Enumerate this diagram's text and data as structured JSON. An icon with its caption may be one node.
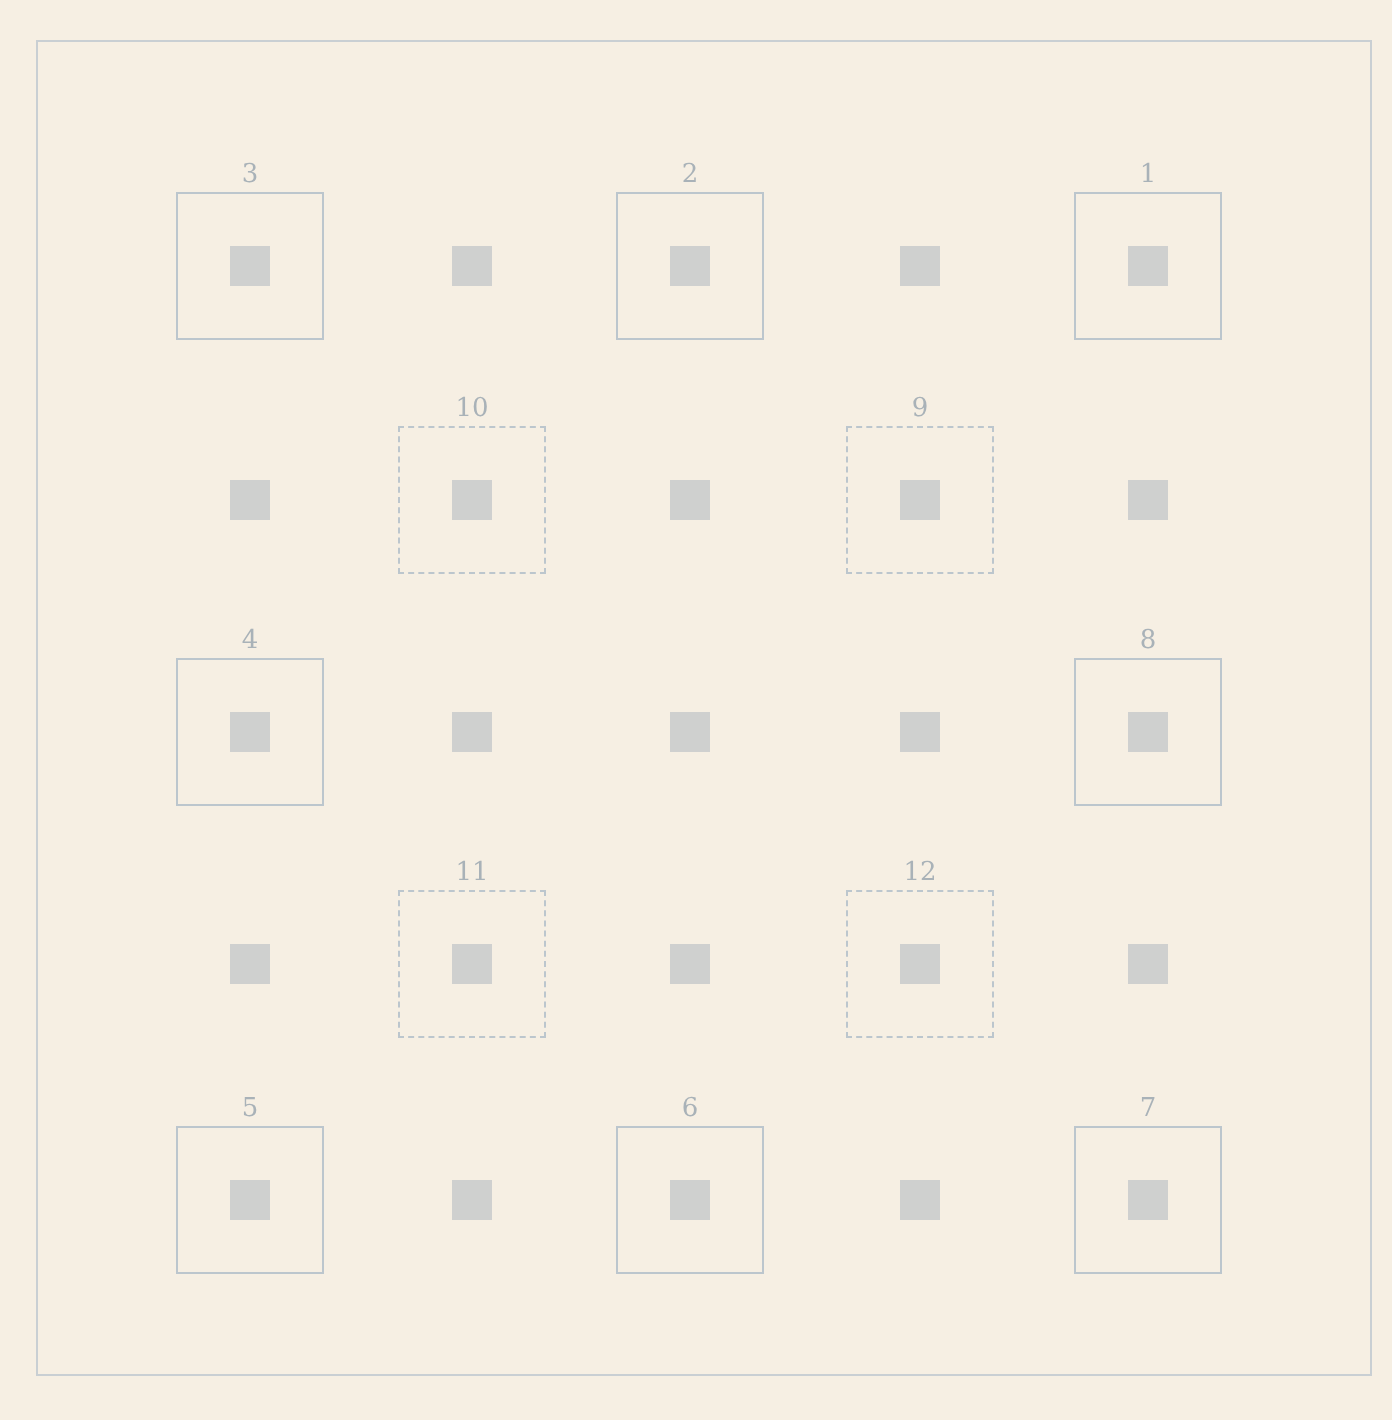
{
  "diagram": {
    "nodes": [
      {
        "text": [
          "3"
        ]
      },
      {
        "text": [],
        "shape": "box",
        "in": 0
      },
      {
        "text": [],
        "shape": "box"
      },
      {
        "text": [
          "2"
        ]
      },
      {
        "text": [],
        "shape": "box",
        "in": 3
      },
      {
        "text": [],
        "shape": "box"
      },
      {
        "text": [
          "1"
        ]
      },
      {
        "text": [],
        "shape": "box",
        "in": 6
      },
      {
        "text": [],
        "shape": "box"
      },
      {
        "text": [
          "10"
        ]
      },
      {
        "text": [],
        "shape": "box",
        "in": 9
      },
      {
        "text": [],
        "shape": "box"
      },
      {
        "text": [
          "9"
        ]
      },
      {
        "text": [],
        "shape": "box",
        "in": 12
      },
      {
        "text": [],
        "shape": "box"
      },
      {
        "text": [
          "4"
        ]
      },
      {
        "text": [],
        "shape": "box",
        "in": 15
      },
      {
        "text": [],
        "shape": "box"
      },
      {
        "text": [],
        "shape": "box"
      },
      {
        "text": [],
        "shape": "box"
      },
      {
        "text": [
          "8"
        ]
      },
      {
        "text": [],
        "shape": "box",
        "in": 20
      },
      {
        "text": [],
        "shape": "box"
      },
      {
        "text": [
          "11"
        ]
      },
      {
        "text": [],
        "shape": "box",
        "in": 23
      },
      {
        "text": [],
        "shape": "box"
      },
      {
        "text": [
          "12"
        ]
      },
      {
        "text": [],
        "shape": "box",
        "in": 26
      },
      {
        "text": [],
        "shape": "box"
      },
      {
        "text": [
          "5"
        ]
      },
      {
        "text": [],
        "shape": "box",
        "in": 29
      },
      {
        "text": [],
        "shape": "box"
      },
      {
        "text": [
          "6"
        ]
      },
      {
        "text": [],
        "shape": "box",
        "in": 32
      },
      {
        "text": [],
        "shape": "box"
      },
      {
        "text": [
          "7"
        ]
      },
      {
        "text": [],
        "shape": "box",
        "in": 35
      }
    ]
  }
}
